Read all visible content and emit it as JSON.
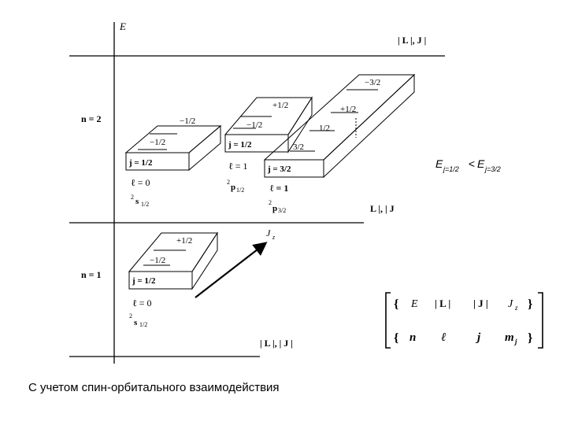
{
  "axes": {
    "energy_label": "E",
    "top_axis_label": "| L |,   J |",
    "middle_axis_label": "L |, | J",
    "bottom_axis_label": "| L |, | J |",
    "jz_label": "J",
    "jz_sub": "z"
  },
  "levels": {
    "n2": "n = 2",
    "n1": "n = 1"
  },
  "boxes": {
    "s12_n2": {
      "mj_top": "−1/2",
      "mj_bottom": "−1/2",
      "j_label": "j = 1/2",
      "l_label": "ℓ = 0",
      "term": "s",
      "term_pre": "2",
      "term_sub": "1/2"
    },
    "p12": {
      "mj_top": "+1/2",
      "mj_bottom": "−1/2",
      "j_label": "j = 1/2",
      "l_label": "ℓ = 1",
      "term": "p",
      "term_pre": "2",
      "term_sub": "1/2"
    },
    "p32": {
      "mj_1": "−3/2",
      "mj_2": "+1/2",
      "mj_3": "1/2",
      "mj_4": "3/2",
      "j_label": "j = 3/2",
      "l_label": "ℓ = 1",
      "term": "p",
      "term_pre": "2",
      "term_sub": "3/2"
    },
    "s12_n1": {
      "mj_top": "+1/2",
      "mj_bottom": "−1/2",
      "j_label": "j = 1/2",
      "l_label": "ℓ = 0",
      "term": "s",
      "term_pre": "2",
      "term_sub": "1/2"
    }
  },
  "energy_relation": {
    "e1": "E",
    "sub1": "j=1/2",
    "lt": " < ",
    "e2": "E",
    "sub2": "j=3/2"
  },
  "matrix": {
    "row1": [
      "{",
      "E",
      "| L |",
      "| J |",
      "J",
      "}"
    ],
    "row1_sub": "z",
    "row2": [
      "{",
      "n",
      "ℓ",
      "j",
      "m",
      "}"
    ],
    "row2_sub": "j"
  },
  "caption": "С учетом спин-орбитального взаимодействия"
}
